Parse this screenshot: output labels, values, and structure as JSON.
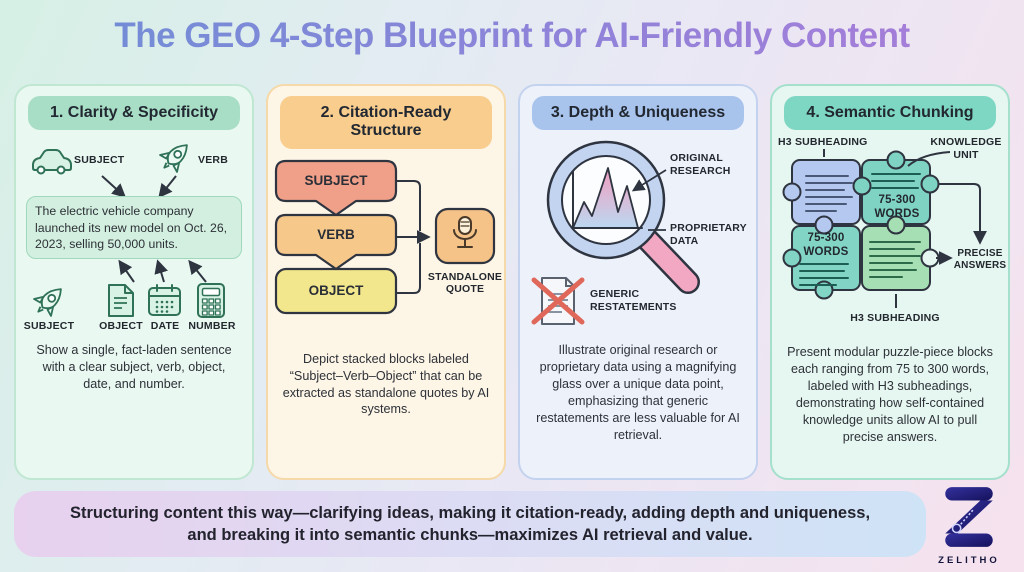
{
  "title": {
    "text": "The GEO 4-Step Blueprint for AI-Friendly Content"
  },
  "cards": [
    {
      "header": "1. Clarity & Specificity",
      "labels": {
        "subject_top": "SUBJECT",
        "verb": "VERB",
        "subject_bottom": "SUBJECT",
        "object": "OBJECT",
        "date": "DATE",
        "number": "NUMBER"
      },
      "sentence": "The electric vehicle company launched its new model on Oct. 26, 2023, selling 50,000 units.",
      "description": "Show a single, fact-laden sentence with a clear subject, verb, object, date, and number."
    },
    {
      "header": "2. Citation-Ready Structure",
      "blocks": [
        "SUBJECT",
        "VERB",
        "OBJECT"
      ],
      "quote_label": "STANDALONE QUOTE",
      "description": "Depict stacked blocks labeled “Subject–Verb–Object” that can be extracted as standalone quotes by AI systems."
    },
    {
      "header": "3. Depth & Uniqueness",
      "labels": {
        "original_research": "ORIGINAL RESEARCH",
        "proprietary_data": "PROPRIETARY DATA",
        "generic_restatements": "GENERIC RESTATEMENTS"
      },
      "description": "Illustrate original research or proprietary data using a magnifying glass over a unique data point, emphasizing that generic restatements are less valuable for AI retrieval."
    },
    {
      "header": "4. Semantic Chunking",
      "labels": {
        "h3_top": "H3 SUBHEADING",
        "knowledge_unit": "KNOWLEDGE UNIT",
        "words_a": "75-300 WORDS",
        "words_b": "75-300 WORDS",
        "precise_answers": "PRECISE ANSWERS",
        "h3_bottom": "H3 SUBHEADING"
      },
      "description": "Present modular puzzle-piece blocks each ranging from 75 to 300 words, labeled with H3 subheadings, demonstrating how self-contained knowledge units allow AI to pull precise answers."
    }
  ],
  "footer": {
    "text": "Structuring content this way—clarifying ideas, making it citation-ready, adding depth and uniqueness, and breaking it into semantic chunks—maximizes AI retrieval and value."
  },
  "logo": {
    "brand": "ZELITHO"
  },
  "colors": {
    "card1_accent": "#a8dec6",
    "card2_accent": "#f8cd8e",
    "card3_accent": "#a8c3ec",
    "card4_accent": "#7ed7c3",
    "title_gradient_start": "#6d8fd6",
    "title_gradient_end": "#ab7cd9",
    "svo_subject": "#f0a089",
    "svo_verb": "#f6c88a",
    "svo_object": "#f3e78e",
    "handle_pink": "#f2a8c2",
    "logo_navy": "#22227c"
  }
}
